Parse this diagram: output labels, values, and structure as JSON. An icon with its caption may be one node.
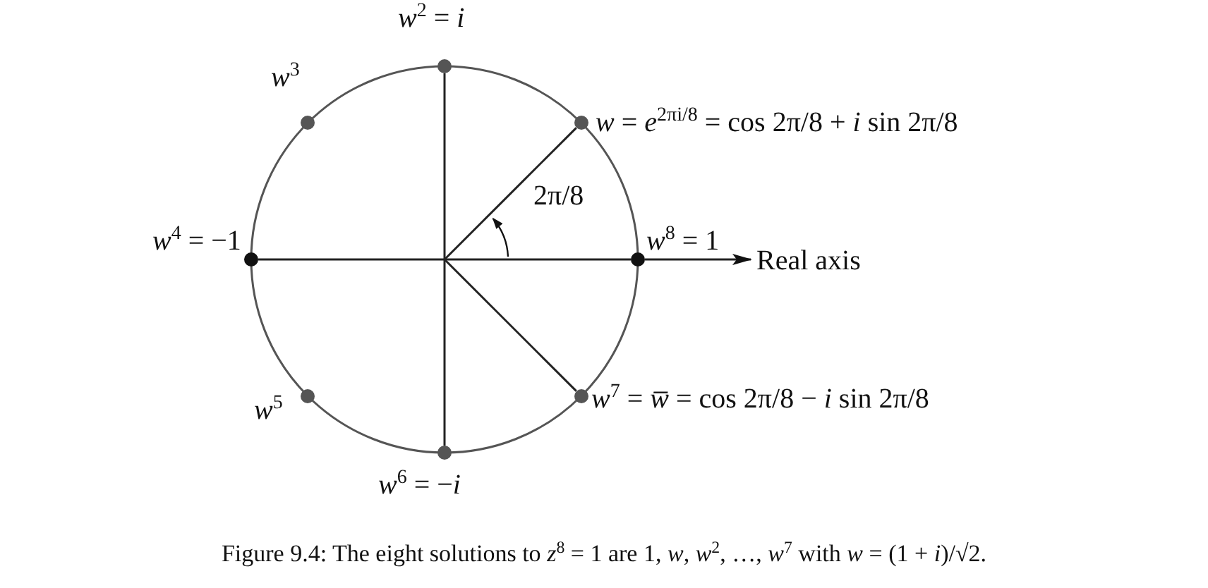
{
  "diagram": {
    "caption": "Figure 9.4: The eight solutions to *z*$^{8}$ = 1 are 1, *w*, *w*$^{2}$, …, *w*$^{7}$ with *w* = (1 + *i*)/√2.",
    "nodes": [
      {
        "text": [],
        "shape": "dot",
        "beside": [
          "*w*$^{2}$ = *i*"
        ]
      },
      {
        "text": [],
        "shape": "dot",
        "beside": [
          "*w*$^{3}$"
        ]
      },
      {
        "text": [],
        "shape": "dot",
        "beside": [
          "*w* = *e*$^{2πi/8}$ = cos 2π/8 + *i* sin 2π/8"
        ]
      },
      {
        "text": [],
        "shape": "dot",
        "beside": [
          "*w*$^{4}$ = −1"
        ]
      },
      {
        "text": [],
        "shape": "dot",
        "beside": [
          "*w*$^{8}$ = 1"
        ]
      },
      {
        "text": [],
        "shape": "dot",
        "beside": [
          "*w*$^{5}$"
        ]
      },
      {
        "text": [],
        "shape": "dot",
        "beside": [
          "*w*$^{7}$ = *w̅* = cos 2π/8 − *i* sin 2π/8"
        ]
      },
      {
        "text": [],
        "shape": "dot",
        "beside": [
          "*w*$^{6}$ = −*i*"
        ]
      },
      {
        "text": [
          "Real axis"
        ]
      }
    ],
    "edges": [
      {
        "from": null,
        "to": 0,
        "arrow": "none"
      },
      {
        "from": null,
        "to": 2,
        "arrow": "none"
      },
      {
        "from": null,
        "to": 6,
        "arrow": "none"
      },
      {
        "from": null,
        "to": 7,
        "arrow": "none"
      },
      {
        "from": 3,
        "to": 4,
        "arrow": "none"
      },
      {
        "from": 4,
        "to": 8,
        "arrow": "to"
      }
    ],
    "labels": [
      "2π/8"
    ]
  }
}
